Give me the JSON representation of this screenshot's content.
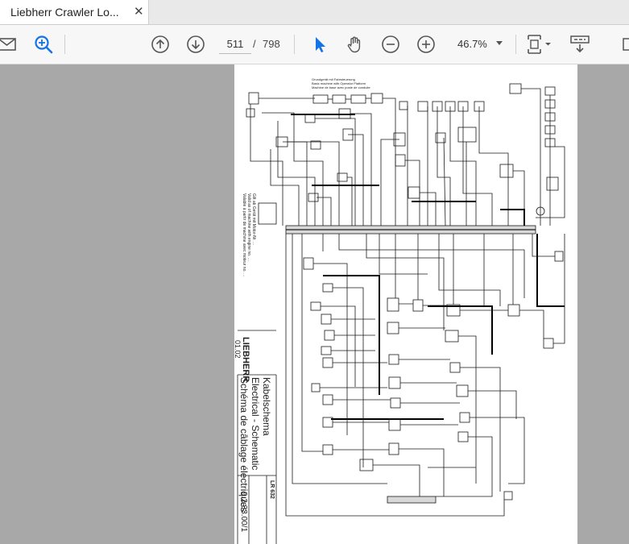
{
  "tab": {
    "title": "Liebherr Crawler Lo...",
    "close": "✕"
  },
  "toolbar": {
    "icons": [
      "mail-icon",
      "search-icon",
      "arrow-up-icon",
      "arrow-down-icon",
      "select-arrow-icon",
      "hand-icon",
      "zoom-out-icon",
      "zoom-in-icon",
      "fit-page-icon",
      "scroll-mode-icon"
    ],
    "current_page": "511",
    "page_separator": "/",
    "total_pages": "798",
    "zoom": "46.7%"
  },
  "document": {
    "brand": "LIEBHERR",
    "date": "01.02",
    "title_de": "Kabelschema",
    "title_en": "Electrical - Schematic",
    "title_fr": "Schéma de câblage électriques",
    "model": "LR 632",
    "drawing_number": "9.2.33.00/1",
    "note_top_1": "Grundgerät mit Fahrsteuerung",
    "note_top_2": "Basic machine with Operator Platform",
    "note_top_3": "Machine de base avec poste de conduite",
    "side_note_1": "Gilt ab Gerät mit Motor-Nr. ...",
    "side_note_2": "Valid as of machine with engine no. ...",
    "side_note_3": "Valable à partir de machine avec moteur no. ..."
  }
}
